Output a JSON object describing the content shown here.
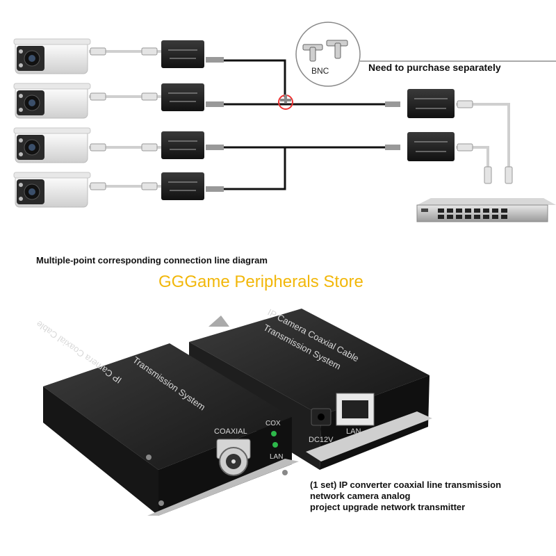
{
  "bnc_callout": {
    "label": "BNC",
    "note": "Need to purchase separately"
  },
  "diagram_caption": "Multiple-point corresponding connection line diagram",
  "store_name": "GGGame Peripherals Store",
  "product": {
    "caption_lines": [
      "(1 set) IP converter coaxial line transmission",
      "network camera analog",
      "project upgrade network transmitter"
    ],
    "label_line1": "IP Camera Coaxial Cable",
    "label_line2": "Transmission System",
    "port_coaxial": "COAXIAL",
    "led_cox": "COX",
    "led_lan": "LAN",
    "port_dc": "DC12V",
    "port_lan": "LAN"
  },
  "colors": {
    "store_text": "#f2b70a",
    "device_body": "#1c1c1c",
    "cable": "#111111",
    "led_green": "#2db84a"
  }
}
